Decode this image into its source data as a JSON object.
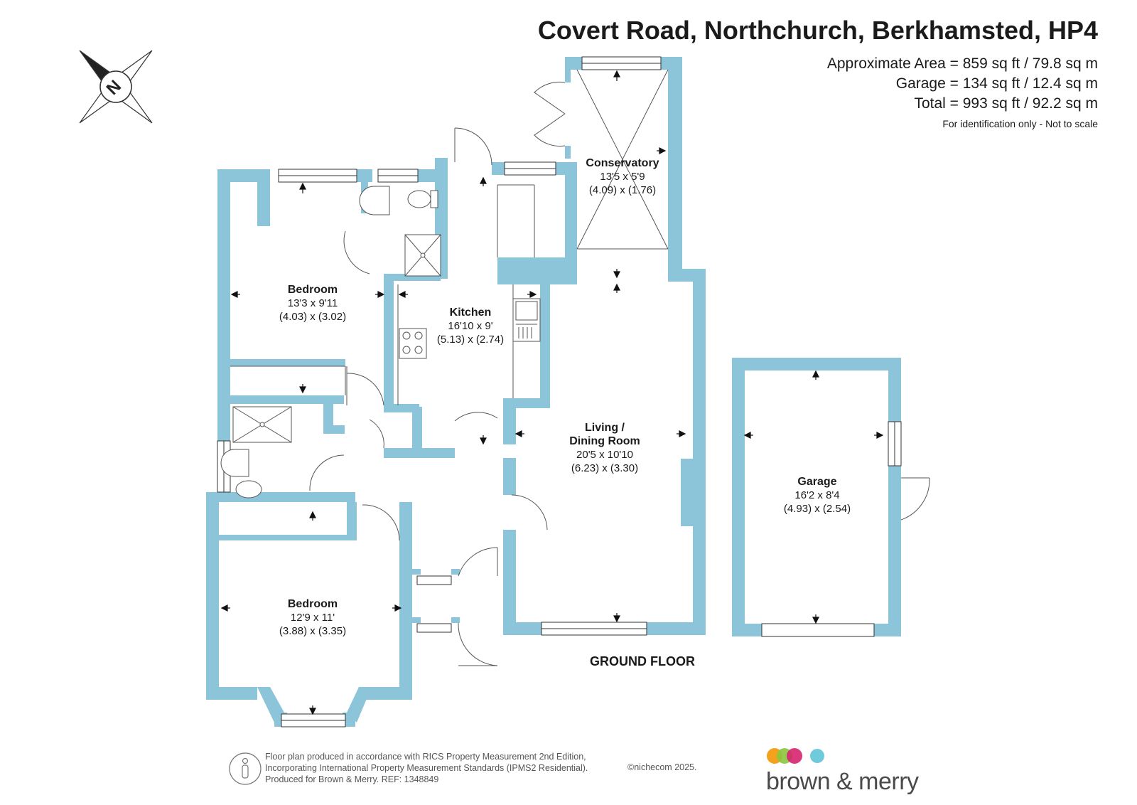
{
  "header": {
    "title": "Covert Road, Northchurch, Berkhamsted, HP4",
    "area_lines": [
      "Approximate Area = 859 sq ft / 79.8 sq m",
      "Garage = 134 sq ft / 12.4 sq m",
      "Total = 993 sq ft / 92.2 sq m"
    ],
    "disclaimer": "For identification only - Not to scale"
  },
  "compass": {
    "letter": "N",
    "icon": "compass-rose-icon"
  },
  "rooms": [
    {
      "name": "Bedroom",
      "imperial": "13'3 x 9'11",
      "metric": "(4.03) x (3.02)"
    },
    {
      "name": "Kitchen",
      "imperial": "16'10 x 9'",
      "metric": "(5.13) x (2.74)"
    },
    {
      "name": "Conservatory",
      "imperial": "13'5 x 5'9",
      "metric": "(4.09) x (1.76)"
    },
    {
      "name_line1": "Living /",
      "name_line2": "Dining Room",
      "imperial": "20'5 x 10'10",
      "metric": "(6.23) x (3.30)"
    },
    {
      "name": "Bedroom",
      "imperial": "12'9 x 11'",
      "metric": "(3.88) x (3.35)"
    },
    {
      "name": "Garage",
      "imperial": "16'2 x 8'4",
      "metric": "(4.93) x (2.54)"
    }
  ],
  "floor_label": "GROUND FLOOR",
  "footer": {
    "lines": [
      "Floor plan produced in accordance with RICS Property Measurement 2nd Edition,",
      "Incorporating International Property Measurement Standards (IPMS2 Residential).",
      "Produced for Brown & Merry.   REF: 1348849"
    ],
    "copyright": "©nichecom 2025.",
    "icon": "person-outline-icon"
  },
  "brand": {
    "name": "brown & merry",
    "icon": "brand-dots-icon",
    "dot_colors": [
      "#f4a21e",
      "#8cc63f",
      "#d6256f",
      "#6fcadc"
    ]
  },
  "colors": {
    "wall": "#8cc4d9",
    "text": "#1a1a1a"
  }
}
